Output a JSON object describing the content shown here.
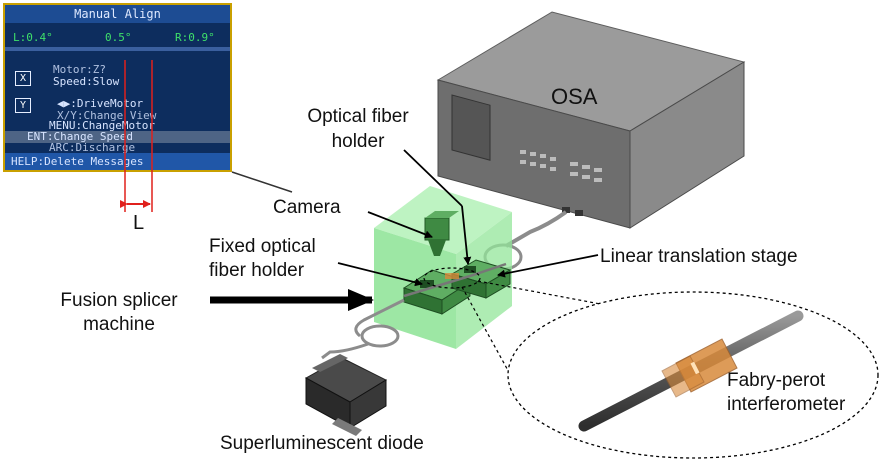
{
  "lcd": {
    "title": "Manual Align",
    "left_angle": "L:0.4°",
    "center_angle": "0.5°",
    "right_angle": "R:0.9°",
    "x_box": "X",
    "motor_line": "Motor:Z?",
    "speed_line": "Speed:Slow",
    "y_box": "Y",
    "drive_motor_line": "◀▶:DriveMotor",
    "change_view_line": "X/Y:Change View",
    "menu_line": "MENU:ChangeMotor",
    "ent_line": "ENT:Change Speed",
    "arc_line": "ARC:Discharge",
    "help_line": "HELP:Delete Messages"
  },
  "labels": {
    "gap_label": "L",
    "osa": "OSA",
    "optical_fiber_holder_line1": "Optical fiber",
    "optical_fiber_holder_line2": "holder",
    "camera": "Camera",
    "fixed_holder_line1": "Fixed optical",
    "fixed_holder_line2": "fiber holder",
    "linear_stage": "Linear translation stage",
    "fusion_line1": "Fusion splicer",
    "fusion_line2": "machine",
    "fabry_line1": "Fabry-perot",
    "fabry_line2": "interferometer",
    "sld": "Superluminescent diode"
  },
  "colors": {
    "lcd_background": "#0d2d5e",
    "lcd_green_text": "#3ee06a",
    "gap_marker": "#e0201c",
    "enclosure_green": "#7ddf86",
    "holder_green": "#3f8a43",
    "osa_gray": "#8c8c8c",
    "fpi_orange": "#d88a3b"
  }
}
